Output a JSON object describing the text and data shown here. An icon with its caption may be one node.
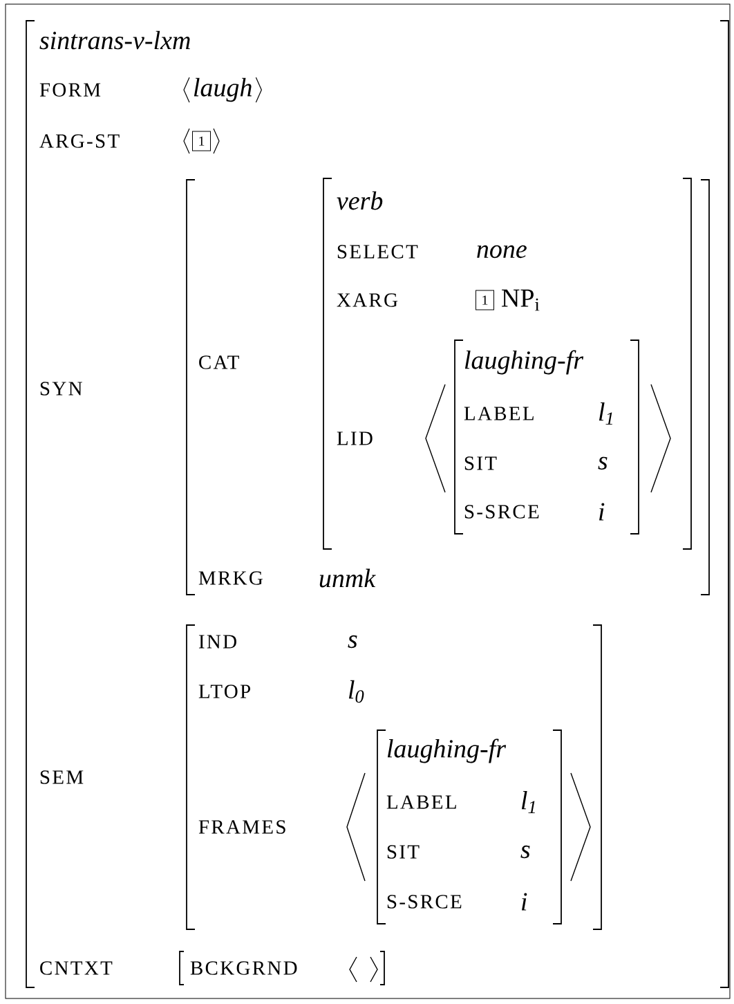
{
  "diagram": {
    "nodes": [
      {
        "text": [
          "sintrans-v-lxm",
          "FORM",
          "laugh",
          "ARG-ST",
          "1",
          "SYN",
          "SEM",
          "CNTXT"
        ]
      },
      {
        "text": [
          "CAT",
          "MRKG",
          "unmk"
        ],
        "in": 0
      },
      {
        "text": [
          "verb",
          "SELECT",
          "none",
          "XARG",
          "1",
          "NP$_{i}$",
          "LID"
        ],
        "in": 1
      },
      {
        "text": [
          "laughing-fr",
          "LABEL",
          "l$_{1}$",
          "SIT",
          "s",
          "S-SRCE",
          "i"
        ],
        "in": 2
      },
      {
        "text": [
          "IND",
          "s",
          "LTOP",
          "l$_{0}$",
          "FRAMES"
        ],
        "in": 0
      },
      {
        "text": [
          "laughing-fr",
          "LABEL",
          "l$_{1}$",
          "SIT",
          "s",
          "S-SRCE",
          "i"
        ],
        "in": 4
      },
      {
        "text": [
          "BCKGRND"
        ],
        "in": 0
      }
    ]
  }
}
